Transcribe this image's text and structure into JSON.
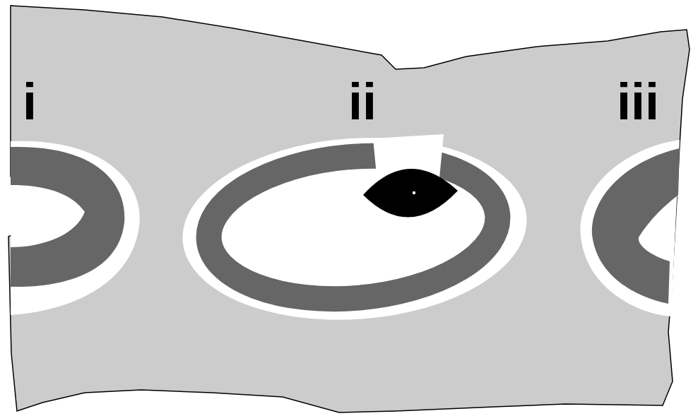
{
  "diagram": {
    "labels": [
      "i",
      "ii",
      "iii"
    ]
  }
}
